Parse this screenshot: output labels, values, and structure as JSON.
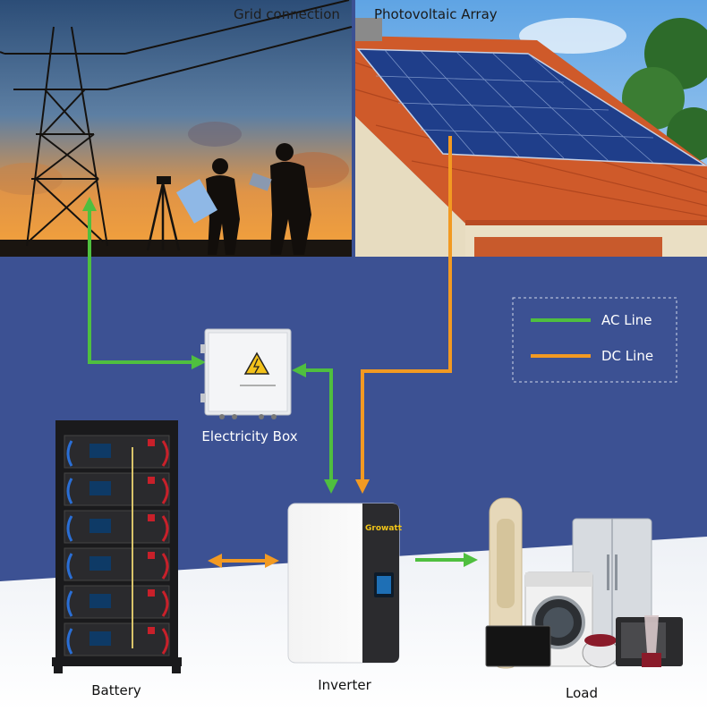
{
  "photos": {
    "grid_label": "Grid connection",
    "pv_label": "Photovoltaic Array"
  },
  "legend": {
    "items": [
      {
        "label": "AC Line",
        "color": "#4fbf3f"
      },
      {
        "label": "DC Line",
        "color": "#f29a22"
      }
    ]
  },
  "components": {
    "electricity_box": "Electricity Box",
    "battery": "Battery",
    "inverter": "Inverter",
    "load": "Load",
    "inverter_brand": "Growatt"
  },
  "colors": {
    "background": "#3c5193",
    "ac_line": "#4fbf3f",
    "dc_line": "#f29a22"
  }
}
